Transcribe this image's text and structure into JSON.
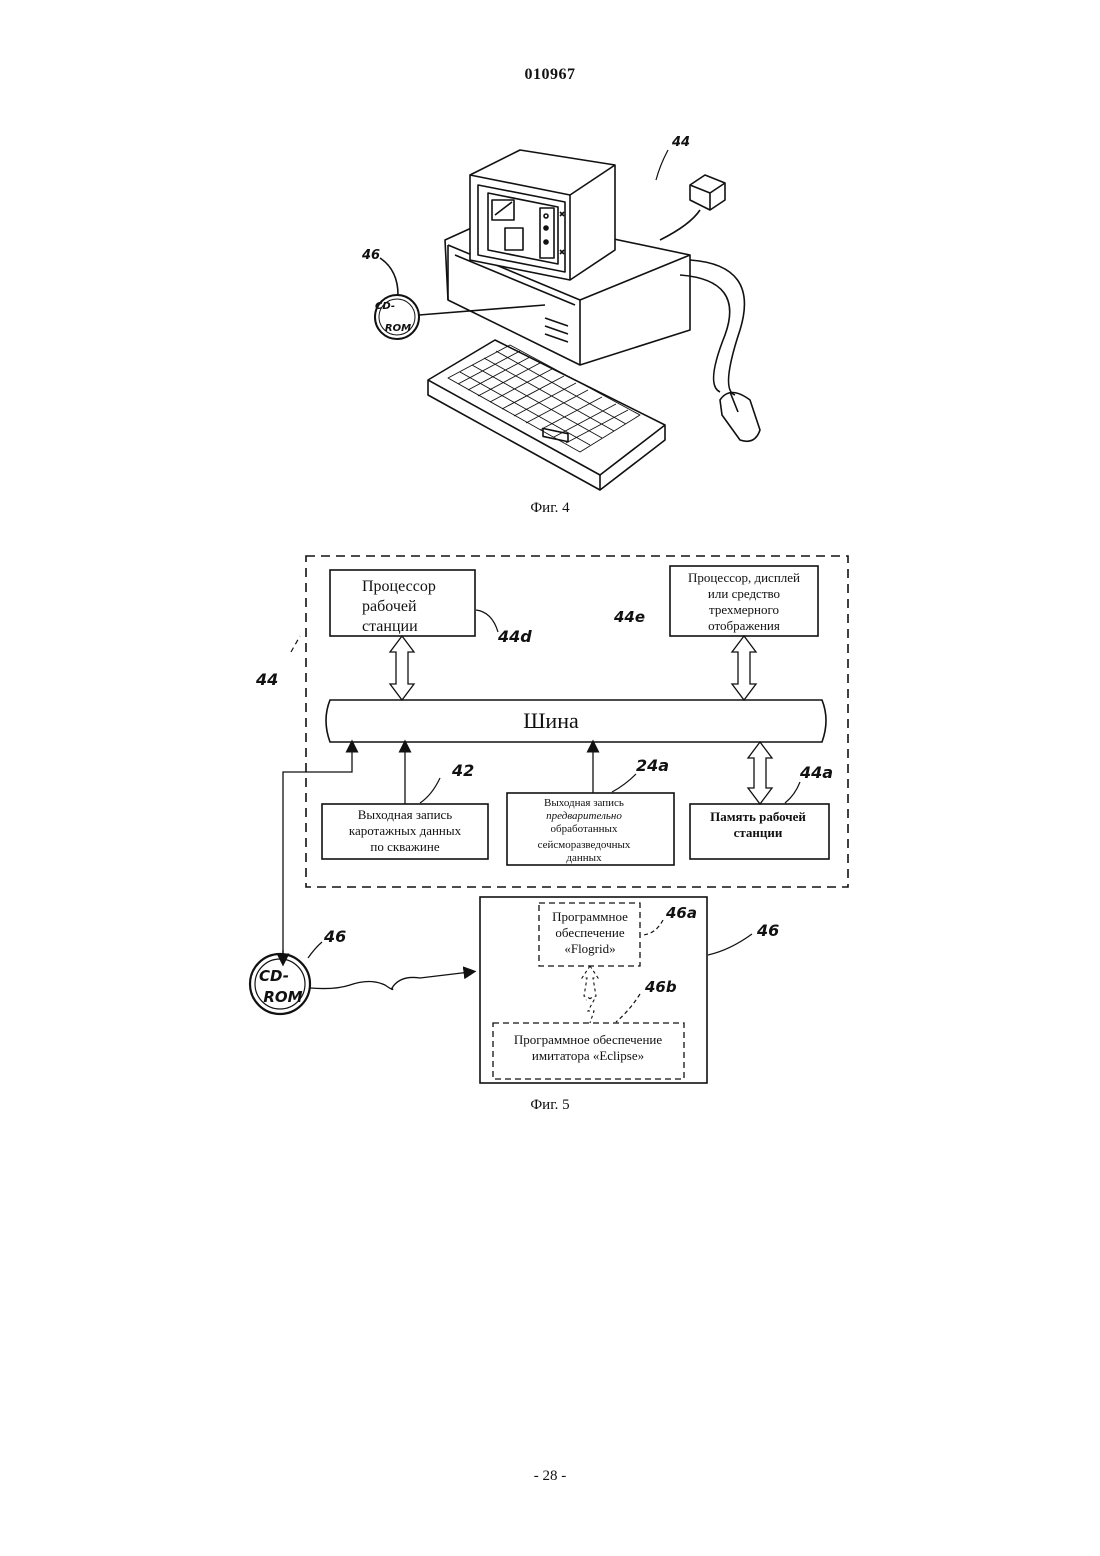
{
  "header": {
    "doc_number": "010967"
  },
  "figure4": {
    "caption": "Фиг. 4",
    "ref_computer": "44",
    "ref_cdrom": "46",
    "cdrom_label_line1": "CD-",
    "cdrom_label_line2": "ROM"
  },
  "figure5": {
    "caption": "Фиг. 5",
    "ref_workstation": "44",
    "processor": {
      "lines": [
        "Процессор",
        "рабочей",
        "станции"
      ],
      "ref": "44d"
    },
    "display": {
      "lines": [
        "Процессор, дисплей",
        "или средство",
        "трехмерного",
        "отображения"
      ],
      "ref": "44e"
    },
    "bus_label": "Шина",
    "well_log": {
      "lines": [
        "Выходная запись",
        "каротажных данных",
        "по скважине"
      ],
      "ref": "42"
    },
    "seismic": {
      "lines": [
        "Выходная запись",
        "предварительно",
        "обработанных",
        "сейсморазведочных",
        "данных"
      ],
      "ref": "24a"
    },
    "memory": {
      "lines": [
        "Память рабочей",
        "станции"
      ],
      "ref": "44a"
    },
    "software_block_ref": "46",
    "flogrid": {
      "lines": [
        "Программное",
        "обеспечение",
        "«Flogrid»"
      ],
      "ref": "46a"
    },
    "eclipse": {
      "lines": [
        "Программное обеспечение",
        "имитатора «Eclipse»"
      ],
      "ref": "46b"
    },
    "cdrom": {
      "line1": "CD-",
      "line2": "ROM",
      "ref": "46"
    }
  },
  "footer": {
    "page_number": "- 28 -"
  }
}
